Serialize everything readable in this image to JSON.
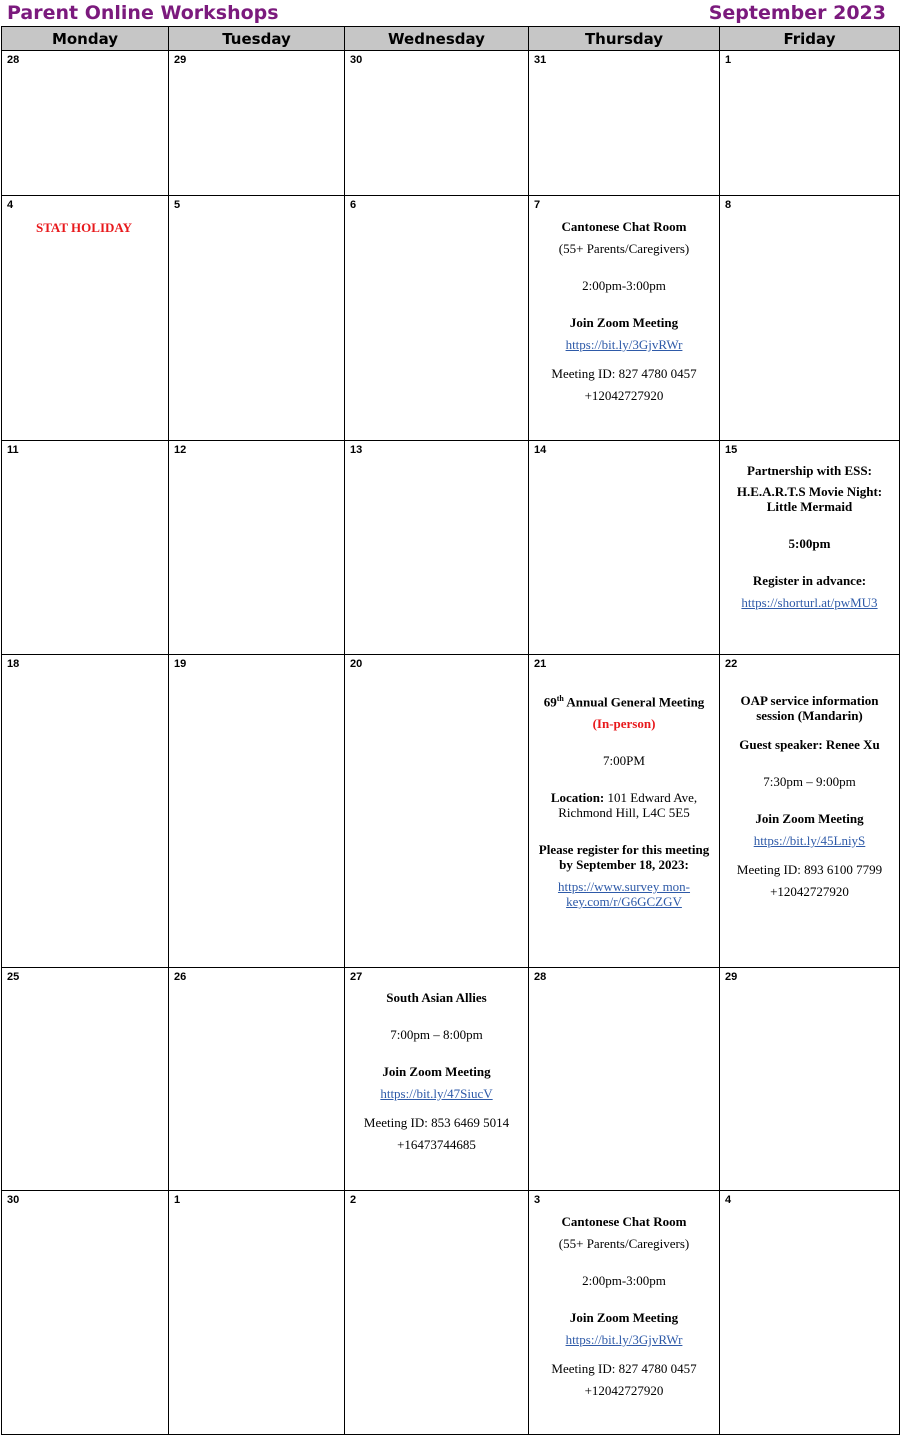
{
  "header": {
    "title": "Parent Online Workshops",
    "month": "September 2023"
  },
  "weekdays": [
    "Monday",
    "Tuesday",
    "Wednesday",
    "Thursday",
    "Friday"
  ],
  "weeks": [
    [
      "28",
      "29",
      "30",
      "31",
      "1"
    ],
    [
      "4",
      "5",
      "6",
      "7",
      "8"
    ],
    [
      "11",
      "12",
      "13",
      "14",
      "15"
    ],
    [
      "18",
      "19",
      "20",
      "21",
      "22"
    ],
    [
      "25",
      "26",
      "27",
      "28",
      "29"
    ],
    [
      "30",
      "1",
      "2",
      "3",
      "4"
    ]
  ],
  "events": {
    "stat_holiday": "STAT HOLIDAY",
    "cantonese": {
      "title": "Cantonese Chat Room",
      "audience": "(55+ Parents/Caregivers)",
      "time": "2:00pm-3:00pm",
      "join": "Join Zoom Meeting",
      "link": "https://bit.ly/3GjvRWr",
      "meeting_id": "Meeting ID: 827 4780 0457",
      "phone": "+12042727920"
    },
    "ess": {
      "partner": "Partnership with ESS:",
      "title": "H.E.A.R.T.S Movie Night: Little Mermaid",
      "time": "5:00pm",
      "register": "Register in advance:",
      "link": "https://shorturl.at/pwMU3"
    },
    "agm": {
      "num": "69",
      "sup": "th",
      "title": " Annual General Meeting",
      "mode": "(In-person)",
      "time": "7:00PM",
      "location_label": "Location:",
      "location": " 101 Edward Ave, Richmond Hill, L4C 5E5",
      "register": "Please register for this meeting by September 18, 2023:",
      "link": "https://www.survey mon-key.com/r/G6GCZGV"
    },
    "oap": {
      "title": "OAP service information session (Mandarin)",
      "speaker": "Guest speaker: Renee Xu",
      "time": "7:30pm – 9:00pm",
      "join": "Join Zoom Meeting",
      "link": "https://bit.ly/45LniyS",
      "meeting_id": "Meeting ID: 893 6100 7799",
      "phone": "+12042727920"
    },
    "south_asian": {
      "title": "South Asian Allies",
      "time": "7:00pm – 8:00pm",
      "join": "Join Zoom Meeting",
      "link": "https://bit.ly/47SiucV",
      "meeting_id": "Meeting ID: 853 6469 5014",
      "phone": "+16473744685"
    }
  }
}
